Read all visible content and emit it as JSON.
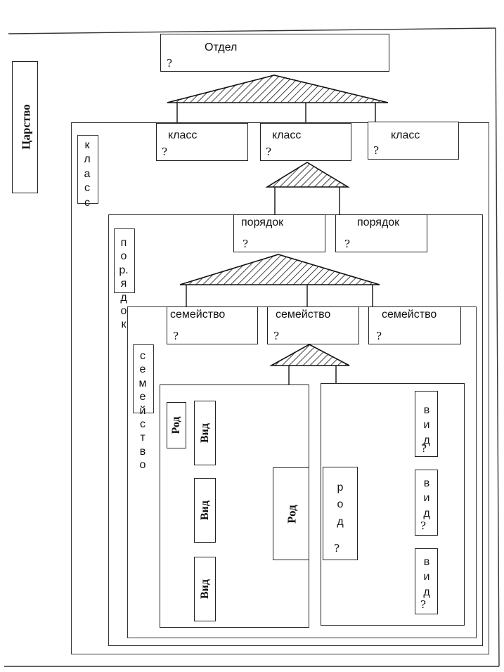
{
  "kingdom": {
    "label": "Царство"
  },
  "division": {
    "label": "Отдел",
    "question": "?"
  },
  "classes": [
    {
      "label": "класс",
      "question": "?"
    },
    {
      "label": "класс",
      "question": "?"
    },
    {
      "label": "класс",
      "question": "?"
    }
  ],
  "class_frame": {
    "letters": [
      "к",
      "л",
      "а",
      "с",
      "с"
    ]
  },
  "orders": [
    {
      "label": "порядок",
      "question": "?"
    },
    {
      "label": "порядок",
      "question": "?"
    }
  ],
  "order_frame": {
    "letters": [
      "п",
      "о",
      "р.",
      "я",
      "д",
      "о",
      "к"
    ]
  },
  "families": [
    {
      "label": "семейство",
      "question": "?"
    },
    {
      "label": "семейство",
      "question": "?"
    },
    {
      "label": "семейство",
      "question": "?"
    }
  ],
  "family_frame": {
    "letters": [
      "с",
      "е",
      "м",
      "е",
      "й",
      "с",
      "т",
      "в",
      "о"
    ]
  },
  "genus_left": {
    "title": "Род",
    "genus": "Род",
    "species": [
      "Вид",
      "Вид",
      "Вид"
    ]
  },
  "genus_right": {
    "letters": [
      "р",
      "о",
      "д"
    ],
    "question": "?",
    "species": [
      {
        "letters": [
          "в",
          "и",
          "д"
        ],
        "question": "?"
      },
      {
        "letters": [
          "в",
          "и",
          "д"
        ],
        "question": "?"
      },
      {
        "letters": [
          "в",
          "и",
          "д"
        ],
        "question": "?"
      }
    ]
  }
}
